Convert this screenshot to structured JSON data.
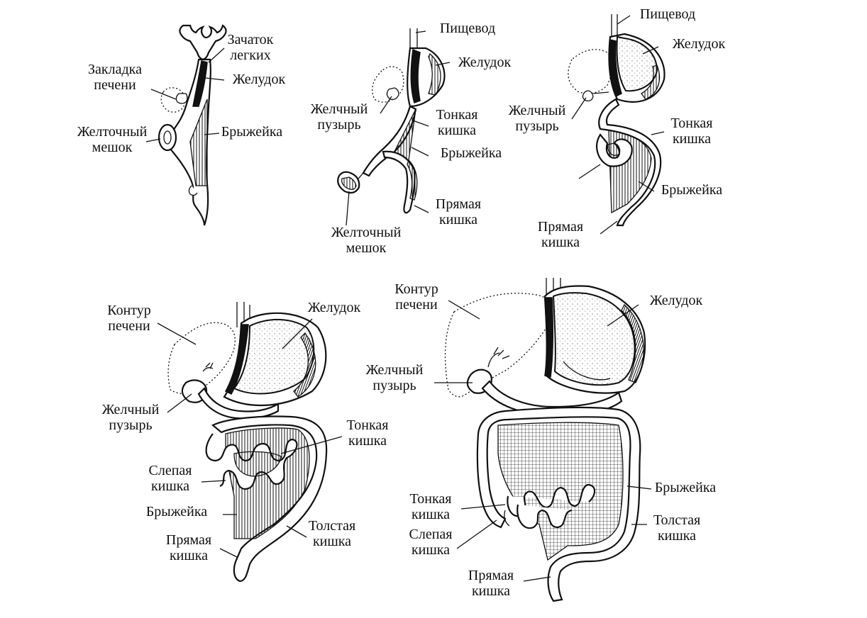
{
  "stages": [
    {
      "id": "stage1",
      "labels": [
        {
          "lines": [
            "Зачаток",
            "легких"
          ]
        },
        {
          "lines": [
            "Закладка",
            "печени"
          ]
        },
        {
          "lines": [
            "Желудок"
          ]
        },
        {
          "lines": [
            "Желточный",
            "мешок"
          ]
        },
        {
          "lines": [
            "Брыжейка"
          ]
        }
      ]
    },
    {
      "id": "stage2",
      "labels": [
        {
          "lines": [
            "Пищевод"
          ]
        },
        {
          "lines": [
            "Желудок"
          ]
        },
        {
          "lines": [
            "Желчный",
            "пузырь"
          ]
        },
        {
          "lines": [
            "Тонкая",
            "кишка"
          ]
        },
        {
          "lines": [
            "Брыжейка"
          ]
        },
        {
          "lines": [
            "Прямая",
            "кишка"
          ]
        },
        {
          "lines": [
            "Желточный",
            "мешок"
          ]
        }
      ]
    },
    {
      "id": "stage3",
      "labels": [
        {
          "lines": [
            "Пищевод"
          ]
        },
        {
          "lines": [
            "Желудок"
          ]
        },
        {
          "lines": [
            "Желчный",
            "пузырь"
          ]
        },
        {
          "lines": [
            "Тонкая",
            "кишка"
          ]
        },
        {
          "lines": [
            "Брыжейка"
          ]
        },
        {
          "lines": [
            "Прямая",
            "кишка"
          ]
        }
      ]
    },
    {
      "id": "stage4",
      "labels": [
        {
          "lines": [
            "Контур",
            "печени"
          ]
        },
        {
          "lines": [
            "Желудок"
          ]
        },
        {
          "lines": [
            "Желчный",
            "пузырь"
          ]
        },
        {
          "lines": [
            "Тонкая",
            "кишка"
          ]
        },
        {
          "lines": [
            "Слепая",
            "кишка"
          ]
        },
        {
          "lines": [
            "Брыжейка"
          ]
        },
        {
          "lines": [
            "Прямая",
            "кишка"
          ]
        },
        {
          "lines": [
            "Толстая",
            "кишка"
          ]
        }
      ]
    },
    {
      "id": "stage5",
      "labels": [
        {
          "lines": [
            "Контур",
            "печени"
          ]
        },
        {
          "lines": [
            "Желудок"
          ]
        },
        {
          "lines": [
            "Желчный",
            "пузырь"
          ]
        },
        {
          "lines": [
            "Брыжейка"
          ]
        },
        {
          "lines": [
            "Тонкая",
            "кишка"
          ]
        },
        {
          "lines": [
            "Толстая",
            "кишка"
          ]
        },
        {
          "lines": [
            "Слепая",
            "кишка"
          ]
        },
        {
          "lines": [
            "Прямая",
            "кишка"
          ]
        }
      ]
    }
  ]
}
